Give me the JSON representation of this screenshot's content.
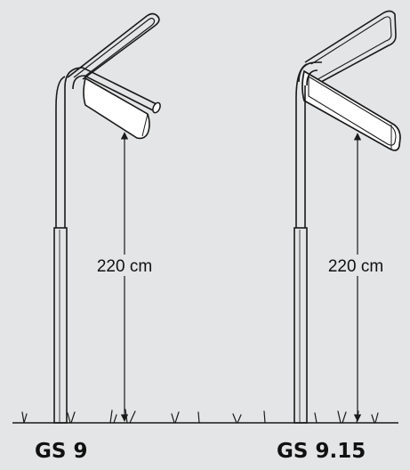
{
  "colors": {
    "background": "#e4e5e6",
    "line": "#1a1a1a",
    "sign_fill": "#ffffff"
  },
  "products": [
    {
      "name": "GS 9",
      "height_label": "220 cm"
    },
    {
      "name": "GS 9.15",
      "height_label": "220 cm"
    }
  ]
}
